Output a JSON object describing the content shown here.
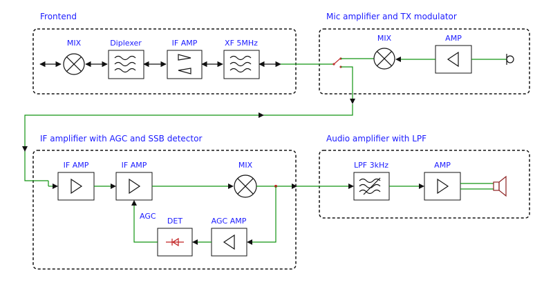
{
  "groups": {
    "frontend": "Frontend",
    "mic_tx": "Mic amplifier and TX modulator",
    "if_agc": "IF amplifier with AGC and SSB detector",
    "audio": "Audio amplifier with LPF"
  },
  "blocks": {
    "fe_mix": "MIX",
    "diplexer": "Diplexer",
    "fe_if_amp": "IF AMP",
    "xf": "XF 5MHz",
    "tx_mix": "MIX",
    "tx_amp": "AMP",
    "if_amp1": "IF AMP",
    "if_amp2": "IF AMP",
    "if_mix": "MIX",
    "det": "DET",
    "agc_amp": "AGC AMP",
    "lpf": "LPF 3kHz",
    "audio_amp": "AMP"
  },
  "labels": {
    "agc": "AGC"
  },
  "colors": {
    "wire": "#109410",
    "text": "#1a1aff",
    "box": "#111111",
    "diode": "#c02020",
    "speaker": "#8b2020"
  }
}
